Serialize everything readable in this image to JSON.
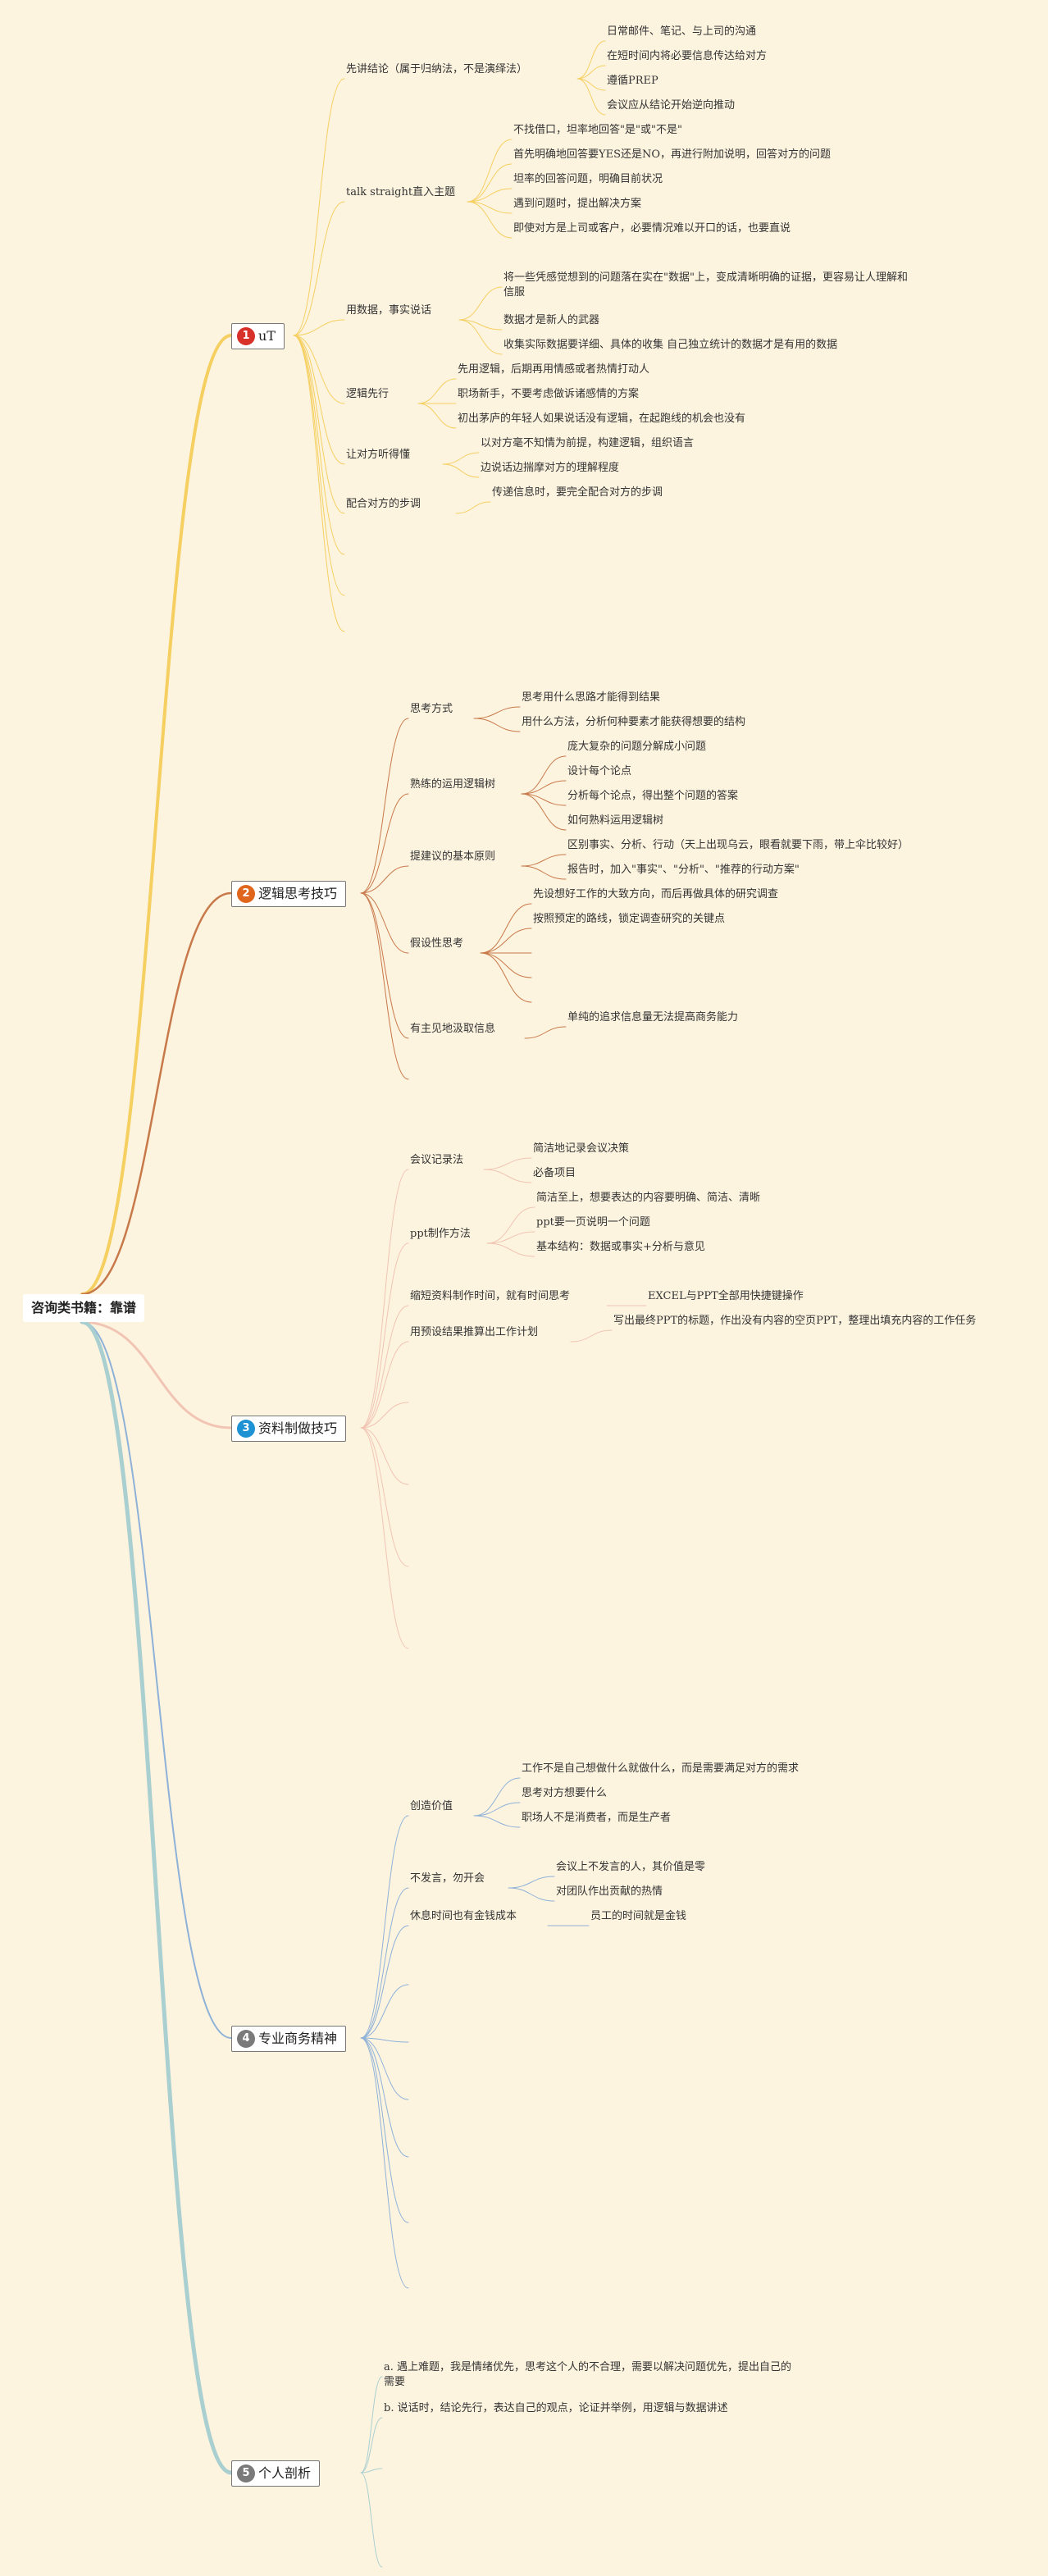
{
  "root": {
    "label": "咨询类书籍：靠谱"
  },
  "colors": {
    "b1": "#f5cf60",
    "b2": "#c8794a",
    "b3": "#f1c4b4",
    "b4": "#8eb1d8",
    "b5": "#a9cfd0",
    "badge1": "#d8312a",
    "badge2": "#e0661d",
    "badge3": "#1f92d4",
    "badge4": "#7a7a7a",
    "badge5": "#7a7a7a"
  },
  "branches": [
    {
      "num": "1",
      "label": "uT",
      "children": [
        {
          "label": "先讲结论（属于归纳法，不是演绎法）",
          "items": [
            "日常邮件、笔记、与上司的沟通",
            "在短时间内将必要信息传达给对方",
            "遵循PREP",
            "会议应从结论开始逆向推动"
          ]
        },
        {
          "label": "talk straight直入主题",
          "items": [
            "不找借口，坦率地回答\"是\"或\"不是\"",
            "首先明确地回答要YES还是NO，再进行附加说明，回答对方的问题",
            "坦率的回答问题，明确目前状况",
            "遇到问题时，提出解决方案",
            "即使对方是上司或客户，必要情况难以开口的话，也要直说"
          ]
        },
        {
          "label": "用数据，事实说话",
          "items": [
            "将一些凭感觉想到的问题落在实在\"数据\"上，变成清晰明确的证据，更容易让人理解和信服",
            "数据才是新人的武器",
            "收集实际数据要详细、具体的收集 自己独立统计的数据才是有用的数据"
          ]
        },
        {
          "label": "逻辑先行",
          "items": [
            "先用逻辑，后期再用情感或者热情打动人",
            "职场新手，不要考虑做诉诸感情的方案",
            "初出茅庐的年轻人如果说话没有逻辑，在起跑线的机会也没有"
          ]
        },
        {
          "label": "让对方听得懂",
          "items": [
            "以对方毫不知情为前提，构建逻辑，组织语言",
            "边说话边揣摩对方的理解程度"
          ]
        },
        {
          "label": "配合对方的步调",
          "items": [
            "传递信息时，要完全配合对方的步调"
          ]
        }
      ]
    },
    {
      "num": "2",
      "label": "逻辑思考技巧",
      "children": [
        {
          "label": "思考方式",
          "items": [
            "思考用什么思路才能得到结果",
            "用什么方法，分析何种要素才能获得想要的结构"
          ]
        },
        {
          "label": "熟练的运用逻辑树",
          "items": [
            "庞大复杂的问题分解成小问题",
            "设计每个论点",
            "分析每个论点，得出整个问题的答案",
            "如何熟料运用逻辑树"
          ]
        },
        {
          "label": "提建议的基本原则",
          "items": [
            "区别事实、分析、行动（天上出现乌云，眼看就要下雨，带上伞比较好）",
            "报告时，加入\"事实\"、\"分析\"、\"推荐的行动方案\""
          ]
        },
        {
          "label": "假设性思考",
          "items": [
            "先设想好工作的大致方向，而后再做具体的研究调查",
            "按照预定的路线，锁定调查研究的关键点"
          ]
        },
        {
          "label": "有主见地汲取信息",
          "items": [
            "单纯的追求信息量无法提高商务能力"
          ]
        }
      ]
    },
    {
      "num": "3",
      "label": "资料制做技巧",
      "children": [
        {
          "label": "会议记录法",
          "items": [
            "简洁地记录会议决策",
            "必备项目"
          ]
        },
        {
          "label": "ppt制作方法",
          "items": [
            "简洁至上，想要表达的内容要明确、简洁、清晰",
            "ppt要一页说明一个问题",
            "基本结构：数据或事实+分析与意见"
          ]
        },
        {
          "label": "缩短资料制作时间，就有时间思考",
          "items": [
            "EXCEL与PPT全部用快捷键操作"
          ]
        },
        {
          "label": "用预设结果推算出工作计划",
          "items": [
            "写出最终PPT的标题，作出没有内容的空页PPT，整理出填充内容的工作任务"
          ]
        }
      ]
    },
    {
      "num": "4",
      "label": "专业商务精神",
      "children": [
        {
          "label": "创造价值",
          "items": [
            "工作不是自己想做什么就做什么，而是需要满足对方的需求",
            "思考对方想要什么",
            "职场人不是消费者，而是生产者"
          ]
        },
        {
          "label": "不发言，勿开会",
          "items": [
            "会议上不发言的人，其价值是零",
            "对团队作出贡献的热情"
          ]
        },
        {
          "label": "休息时间也有金钱成本",
          "items": [
            "员工的时间就是金钱"
          ]
        }
      ]
    },
    {
      "num": "5",
      "label": "个人剖析",
      "children": [
        {
          "label": "",
          "items": [
            "a. 遇上难题，我是情绪优先，思考这个人的不合理，需要以解决问题优先，提出自己的需要",
            "b. 说话时，结论先行，表达自己的观点，论证并举例，用逻辑与数据讲述"
          ]
        }
      ]
    }
  ]
}
